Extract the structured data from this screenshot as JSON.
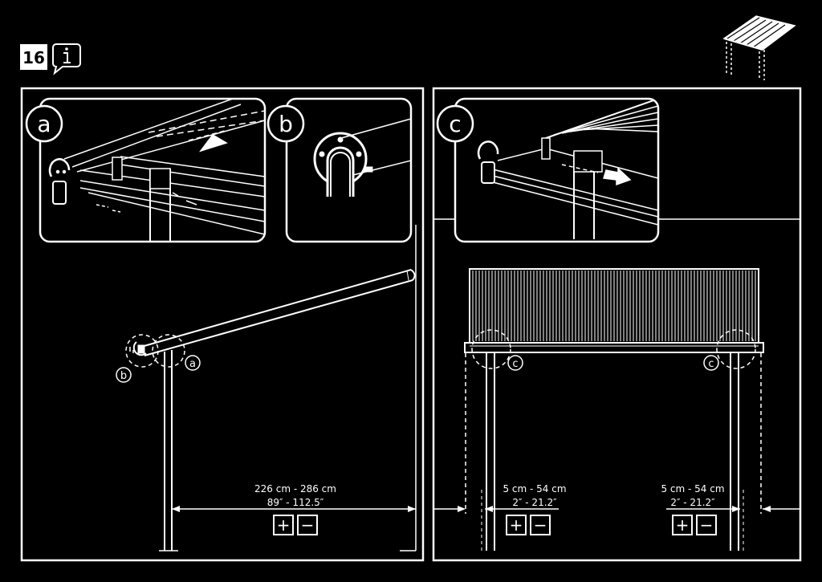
{
  "header": {
    "step_number": "16",
    "info_icon": "info-speech-bubble-icon",
    "preview_icon": "pergola-overview-icon"
  },
  "left_panel": {
    "callouts": [
      {
        "letter": "a"
      },
      {
        "letter": "b"
      }
    ],
    "measurement": {
      "metric": "226 cm - 286 cm",
      "imperial": "89″ - 112.5″",
      "plus": "+",
      "minus": "−"
    }
  },
  "right_panel": {
    "callouts": [
      {
        "letter": "c"
      },
      {
        "letter": "c"
      }
    ],
    "measurements": [
      {
        "metric": "5 cm - 54 cm",
        "imperial": "2″ - 21.2″",
        "plus": "+",
        "minus": "−"
      },
      {
        "metric": "5 cm - 54 cm",
        "imperial": "2″ - 21.2″",
        "plus": "+",
        "minus": "−"
      }
    ]
  },
  "colors": {
    "background": "#000000",
    "line": "#ffffff"
  }
}
